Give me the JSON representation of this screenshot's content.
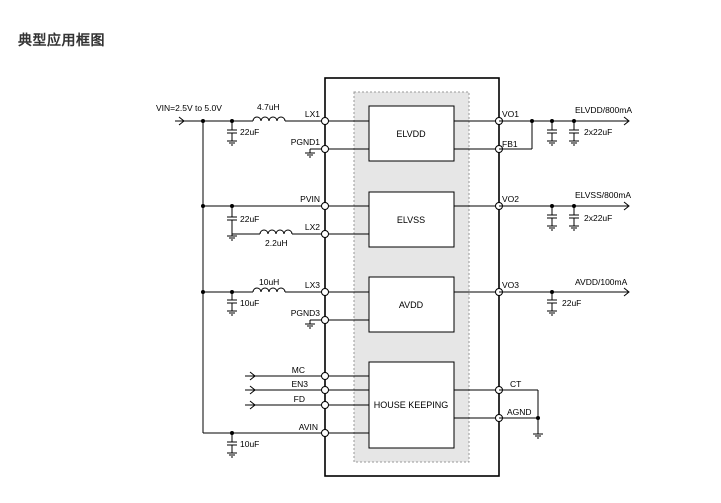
{
  "page": {
    "title": "典型应用框图"
  },
  "input": {
    "label": "VIN=2.5V to 5.0V"
  },
  "inductors": {
    "l1": "4.7uH",
    "l2": "2.2uH",
    "l3": "10uH"
  },
  "caps": {
    "c_vin1": "22uF",
    "c_vin2": "22uF",
    "c_vin3": "10uF",
    "c_avin": "10uF",
    "c_vo1": "2x22uF",
    "c_vo2": "2x22uF",
    "c_vo3": "22uF"
  },
  "pins_left": {
    "lx1": "LX1",
    "pgnd1": "PGND1",
    "pvin": "PVIN",
    "lx2": "LX2",
    "lx3": "LX3",
    "pgnd3": "PGND3",
    "mc": "MC",
    "en3": "EN3",
    "fd": "FD",
    "avin": "AVIN"
  },
  "pins_right": {
    "vo1": "VO1",
    "fb1": "FB1",
    "vo2": "VO2",
    "vo3": "VO3",
    "ct": "CT",
    "agnd": "AGND"
  },
  "blocks": {
    "elvdd": "ELVDD",
    "elvss": "ELVSS",
    "avdd": "AVDD",
    "housekeeping": "HOUSE KEEPING"
  },
  "outputs": {
    "elvdd": "ELVDD/800mA",
    "elvss": "ELVSS/800mA",
    "avdd": "AVDD/100mA"
  }
}
